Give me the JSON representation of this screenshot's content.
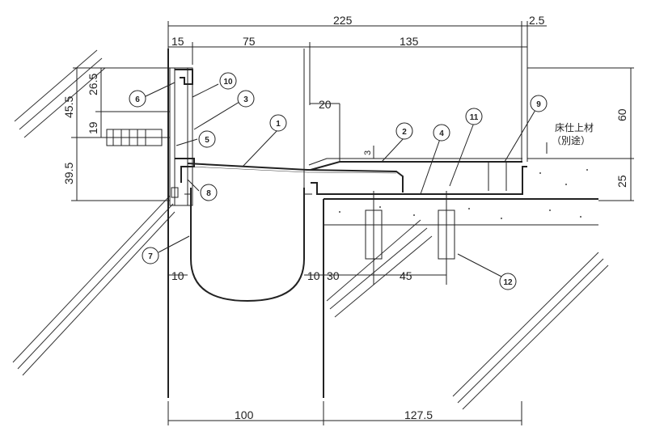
{
  "dimensions": {
    "top_total": "225",
    "top_gap": "2.5",
    "frame": "15",
    "left_span": "75",
    "right_span": "135",
    "overlap": "20",
    "plate_thickness": "3",
    "height_total": "60",
    "slab": "25",
    "left_upper": "45.5",
    "left_upper_mid": "26.5",
    "left_anchor": "19",
    "left_lower": "39.5",
    "gutter_left": "10",
    "gutter_right": "10",
    "anchor_offset": "30",
    "anchor_pitch": "45",
    "bottom_left": "100",
    "bottom_right": "127.5"
  },
  "notes": {
    "floor_finish": "床仕上材",
    "separate": "（別途）"
  },
  "callouts": [
    "1",
    "2",
    "3",
    "4",
    "5",
    "6",
    "7",
    "8",
    "9",
    "10",
    "11",
    "12"
  ]
}
